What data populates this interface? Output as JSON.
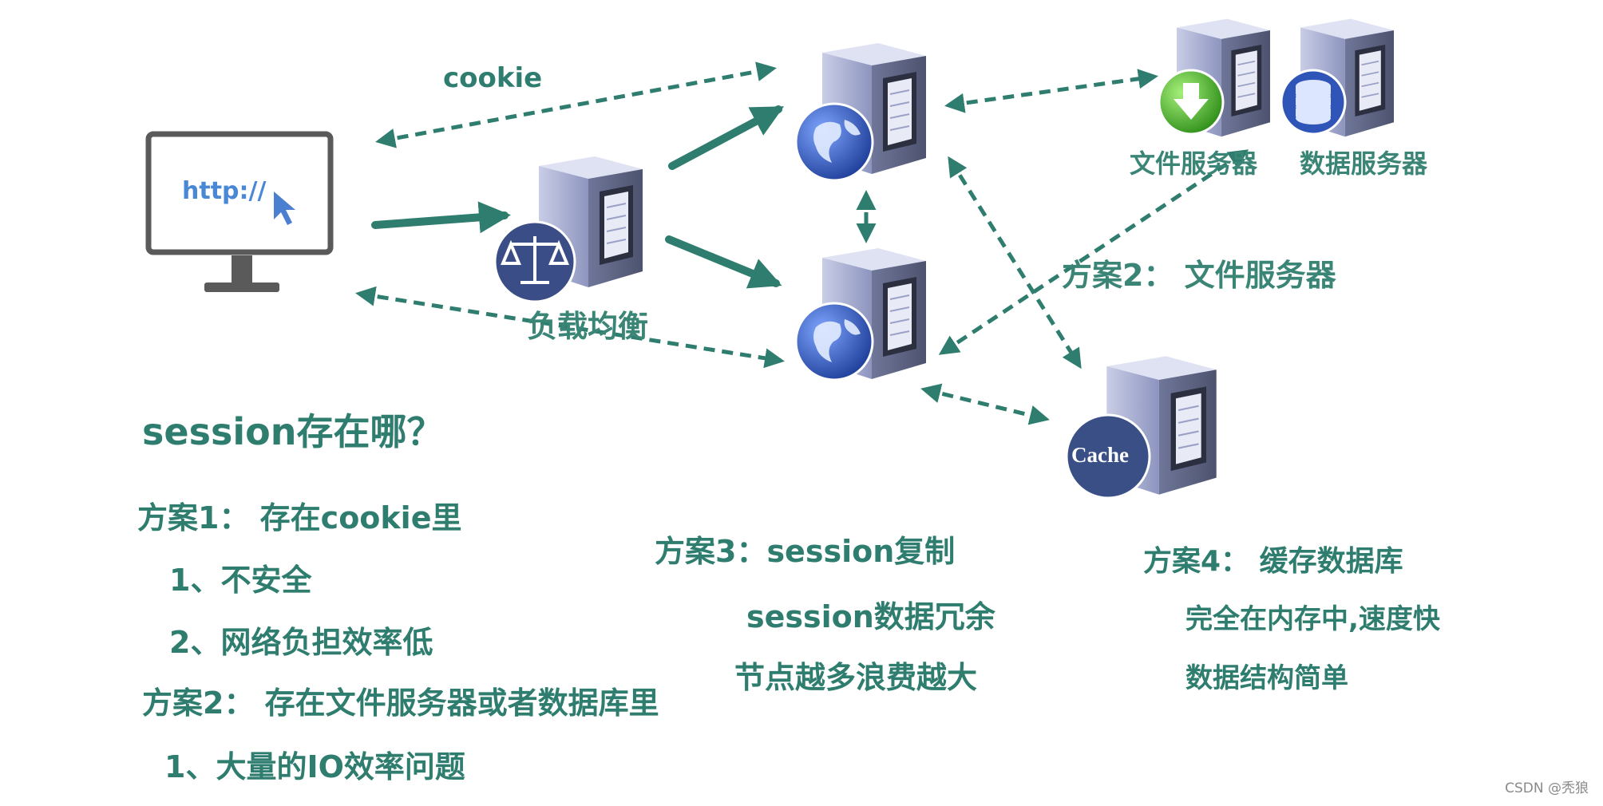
{
  "diagram": {
    "cookie_label": "cookie",
    "browser_url": "http://",
    "load_balancer_label": "负载均衡",
    "file_server_label": "文件服务器",
    "db_server_label": "数据服务器",
    "scheme2_arrow_label": "方案2： 文件服务器",
    "cache_label": "Cache"
  },
  "notes": {
    "title": "session存在哪？",
    "scheme1": {
      "heading": "方案1： 存在cookie里",
      "items": [
        "1、不安全",
        "2、网络负担效率低"
      ]
    },
    "scheme2": {
      "heading": "方案2： 存在文件服务器或者数据库里",
      "items": [
        "1、大量的IO效率问题"
      ]
    },
    "scheme3": {
      "heading": "方案3：session复制",
      "items": [
        "session数据冗余",
        "节点越多浪费越大"
      ]
    },
    "scheme4": {
      "heading": "方案4： 缓存数据库",
      "items": [
        "完全在内存中,速度快",
        "数据结构简单"
      ]
    }
  },
  "watermark": "CSDN @秃狼",
  "colors": {
    "accent": "#2e7d6e",
    "server_body": "#9aa1c6",
    "globe": "#2f55b8",
    "cache_badge": "#3a4f86",
    "download_badge": "#4caf2a"
  }
}
